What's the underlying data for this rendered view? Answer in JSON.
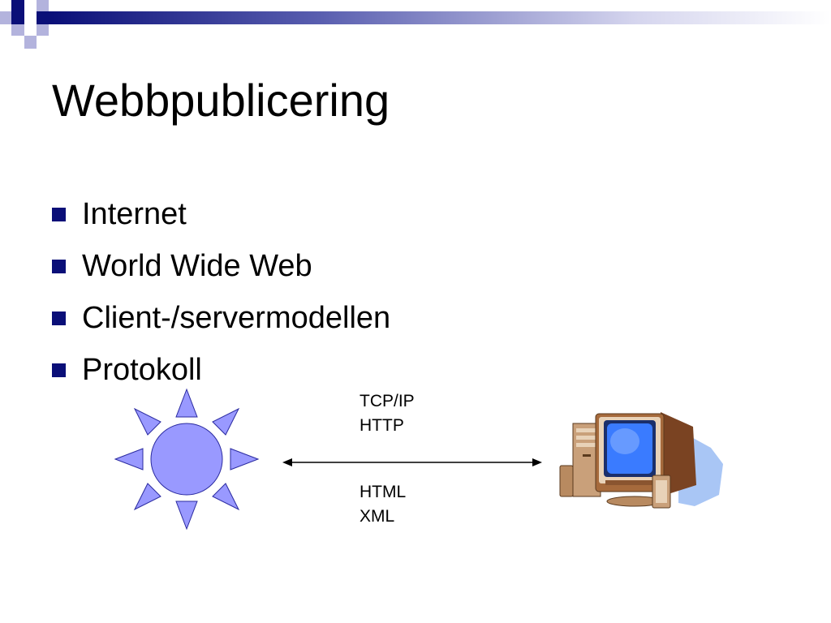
{
  "slide": {
    "title": "Webbpublicering",
    "bullets": [
      "Internet",
      "World Wide Web",
      "Client-/servermodellen",
      "Protokoll"
    ]
  },
  "diagram": {
    "labels_above_arrow": [
      "TCP/IP",
      "HTTP"
    ],
    "labels_below_arrow": [
      "HTML",
      "XML"
    ],
    "left_node_icon": "sun-icon",
    "right_node_icon": "desktop-computer-icon"
  },
  "colors": {
    "bullet": "#0a0f78",
    "sun_fill": "#9999ff",
    "deco_navy": "#0a0f78",
    "deco_lavender": "#b3b3dd",
    "monitor_screen": "#3a7bff",
    "monitor_body": "#a66a3c",
    "shadow": "#a9c6f5"
  }
}
